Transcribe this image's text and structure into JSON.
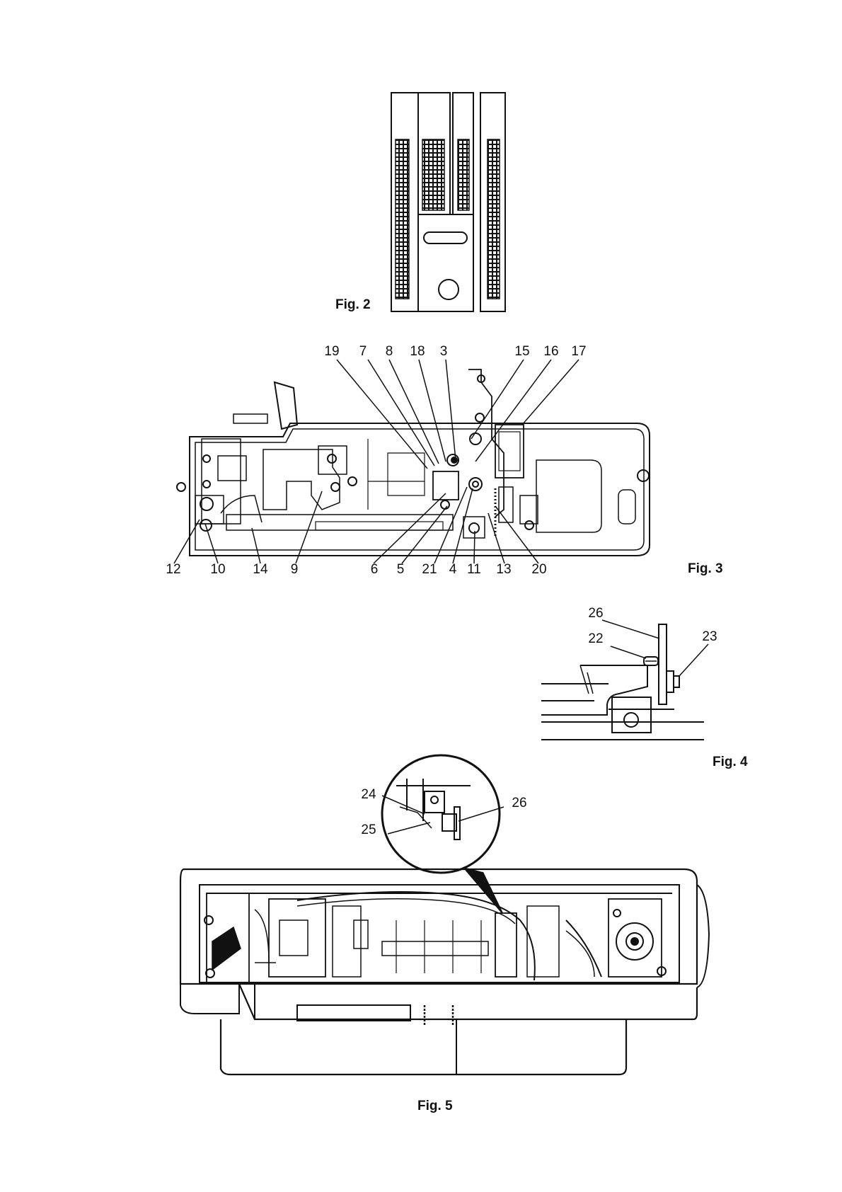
{
  "figures": {
    "fig2": {
      "caption": "Fig. 2"
    },
    "fig3": {
      "caption": "Fig. 3",
      "top_labels": [
        "19",
        "7",
        "8",
        "18",
        "3",
        "15",
        "16",
        "17"
      ],
      "bottom_labels": [
        "12",
        "10",
        "14",
        "9",
        "6",
        "5",
        "21",
        "4",
        "11",
        "13",
        "20"
      ]
    },
    "fig4": {
      "caption": "Fig. 4",
      "labels": [
        "26",
        "22",
        "23"
      ]
    },
    "fig5": {
      "caption": "Fig. 5",
      "labels": [
        "24",
        "26",
        "25"
      ]
    }
  }
}
